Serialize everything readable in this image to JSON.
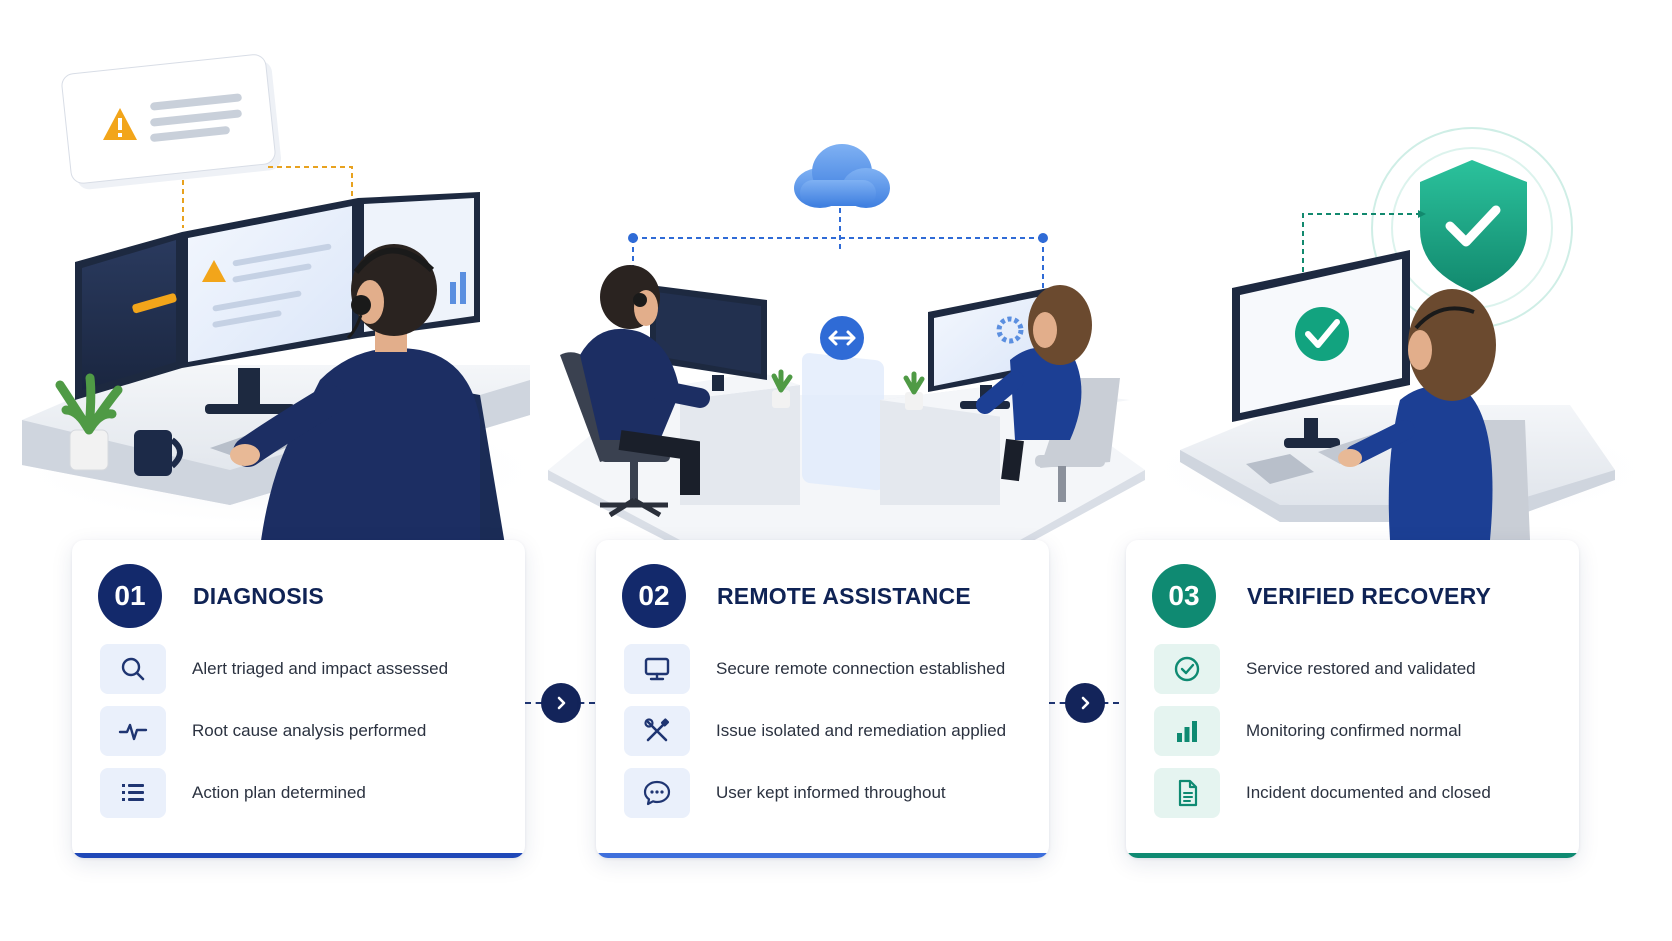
{
  "colors": {
    "navy": "#13296b",
    "blue": "#1f48b8",
    "teal": "#0f8a72",
    "icon_bg_blue": "#eaf0fb",
    "icon_bg_teal": "#e5f4f0"
  },
  "stages": [
    {
      "number": "01",
      "title": "DIAGNOSIS",
      "badge_color": "#13296b",
      "bar_color": "#1f48b8",
      "items": [
        {
          "icon": "search-icon",
          "text": "Alert triaged and impact assessed"
        },
        {
          "icon": "pulse-icon",
          "text": "Root cause analysis performed"
        },
        {
          "icon": "list-icon",
          "text": "Action plan determined"
        }
      ]
    },
    {
      "number": "02",
      "title": "REMOTE ASSISTANCE",
      "badge_color": "#13296b",
      "bar_color": "#3e6fdc",
      "items": [
        {
          "icon": "monitor-icon",
          "text": "Secure remote connection established"
        },
        {
          "icon": "tools-icon",
          "text": "Issue isolated and remediation applied"
        },
        {
          "icon": "chat-icon",
          "text": "User kept informed throughout"
        }
      ]
    },
    {
      "number": "03",
      "title": "VERIFIED RECOVERY",
      "badge_color": "#0f8a72",
      "bar_color": "#0f8a72",
      "items": [
        {
          "icon": "check-circle-icon",
          "text": "Service restored and validated"
        },
        {
          "icon": "bar-chart-icon",
          "text": "Monitoring confirmed normal"
        },
        {
          "icon": "document-icon",
          "text": "Incident documented and closed"
        }
      ]
    }
  ]
}
